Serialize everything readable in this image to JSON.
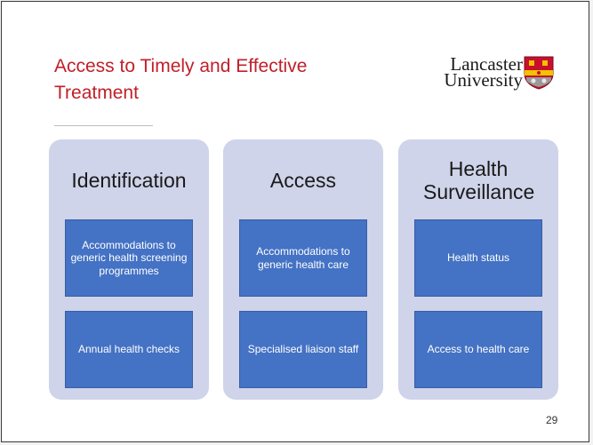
{
  "slide": {
    "title": "Access to Timely and Effective Treatment",
    "logo": {
      "line1": "Lancaster",
      "line2": "University",
      "crest_colors": [
        "#c8102e",
        "#f2c300",
        "#9a9a9a"
      ]
    },
    "columns": [
      {
        "heading": "Identification",
        "boxes": [
          "Accommodations to generic health screening programmes",
          "Annual health checks"
        ]
      },
      {
        "heading": "Access",
        "boxes": [
          "Accommodations to generic health care",
          "Specialised liaison staff"
        ]
      },
      {
        "heading": "Health Surveillance",
        "boxes": [
          "Health status",
          "Access to health care"
        ]
      }
    ],
    "page_number": "29"
  },
  "colors": {
    "title": "#c0202a",
    "column_background": "#cfd4ea",
    "box": "#4472c4",
    "box_text": "#ffffff"
  }
}
